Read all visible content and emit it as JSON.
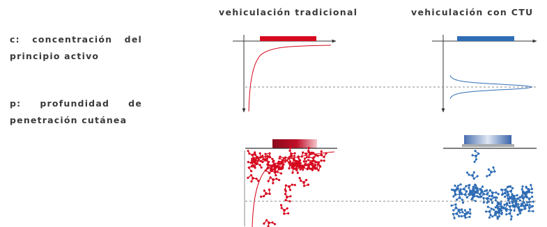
{
  "legend": {
    "c": "c: concentración del principio activo",
    "p": "p: profundidad de penetración cutánea"
  },
  "columns": {
    "traditional": "vehiculación tradicional",
    "ctu": "vehiculación con CTU"
  },
  "colors": {
    "traditional": "#d6091e",
    "ctu": "#2f6db5",
    "axis": "#333333",
    "dashed": "#8a8a8a"
  }
}
